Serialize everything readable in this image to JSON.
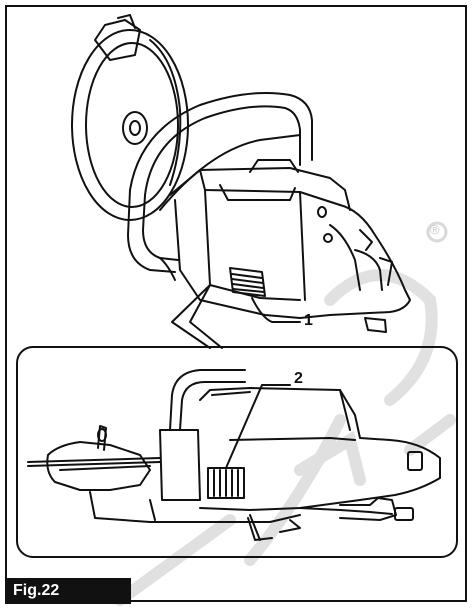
{
  "figure": {
    "label": "Fig.22",
    "callouts": [
      {
        "id": "1",
        "text": "1"
      },
      {
        "id": "2",
        "text": "2"
      }
    ]
  },
  "watermark": {
    "registered_mark": "®",
    "color": "#cccccc"
  },
  "colors": {
    "line": "#111111",
    "fig_label_bg": "#111111",
    "fig_label_text": "#ffffff"
  }
}
